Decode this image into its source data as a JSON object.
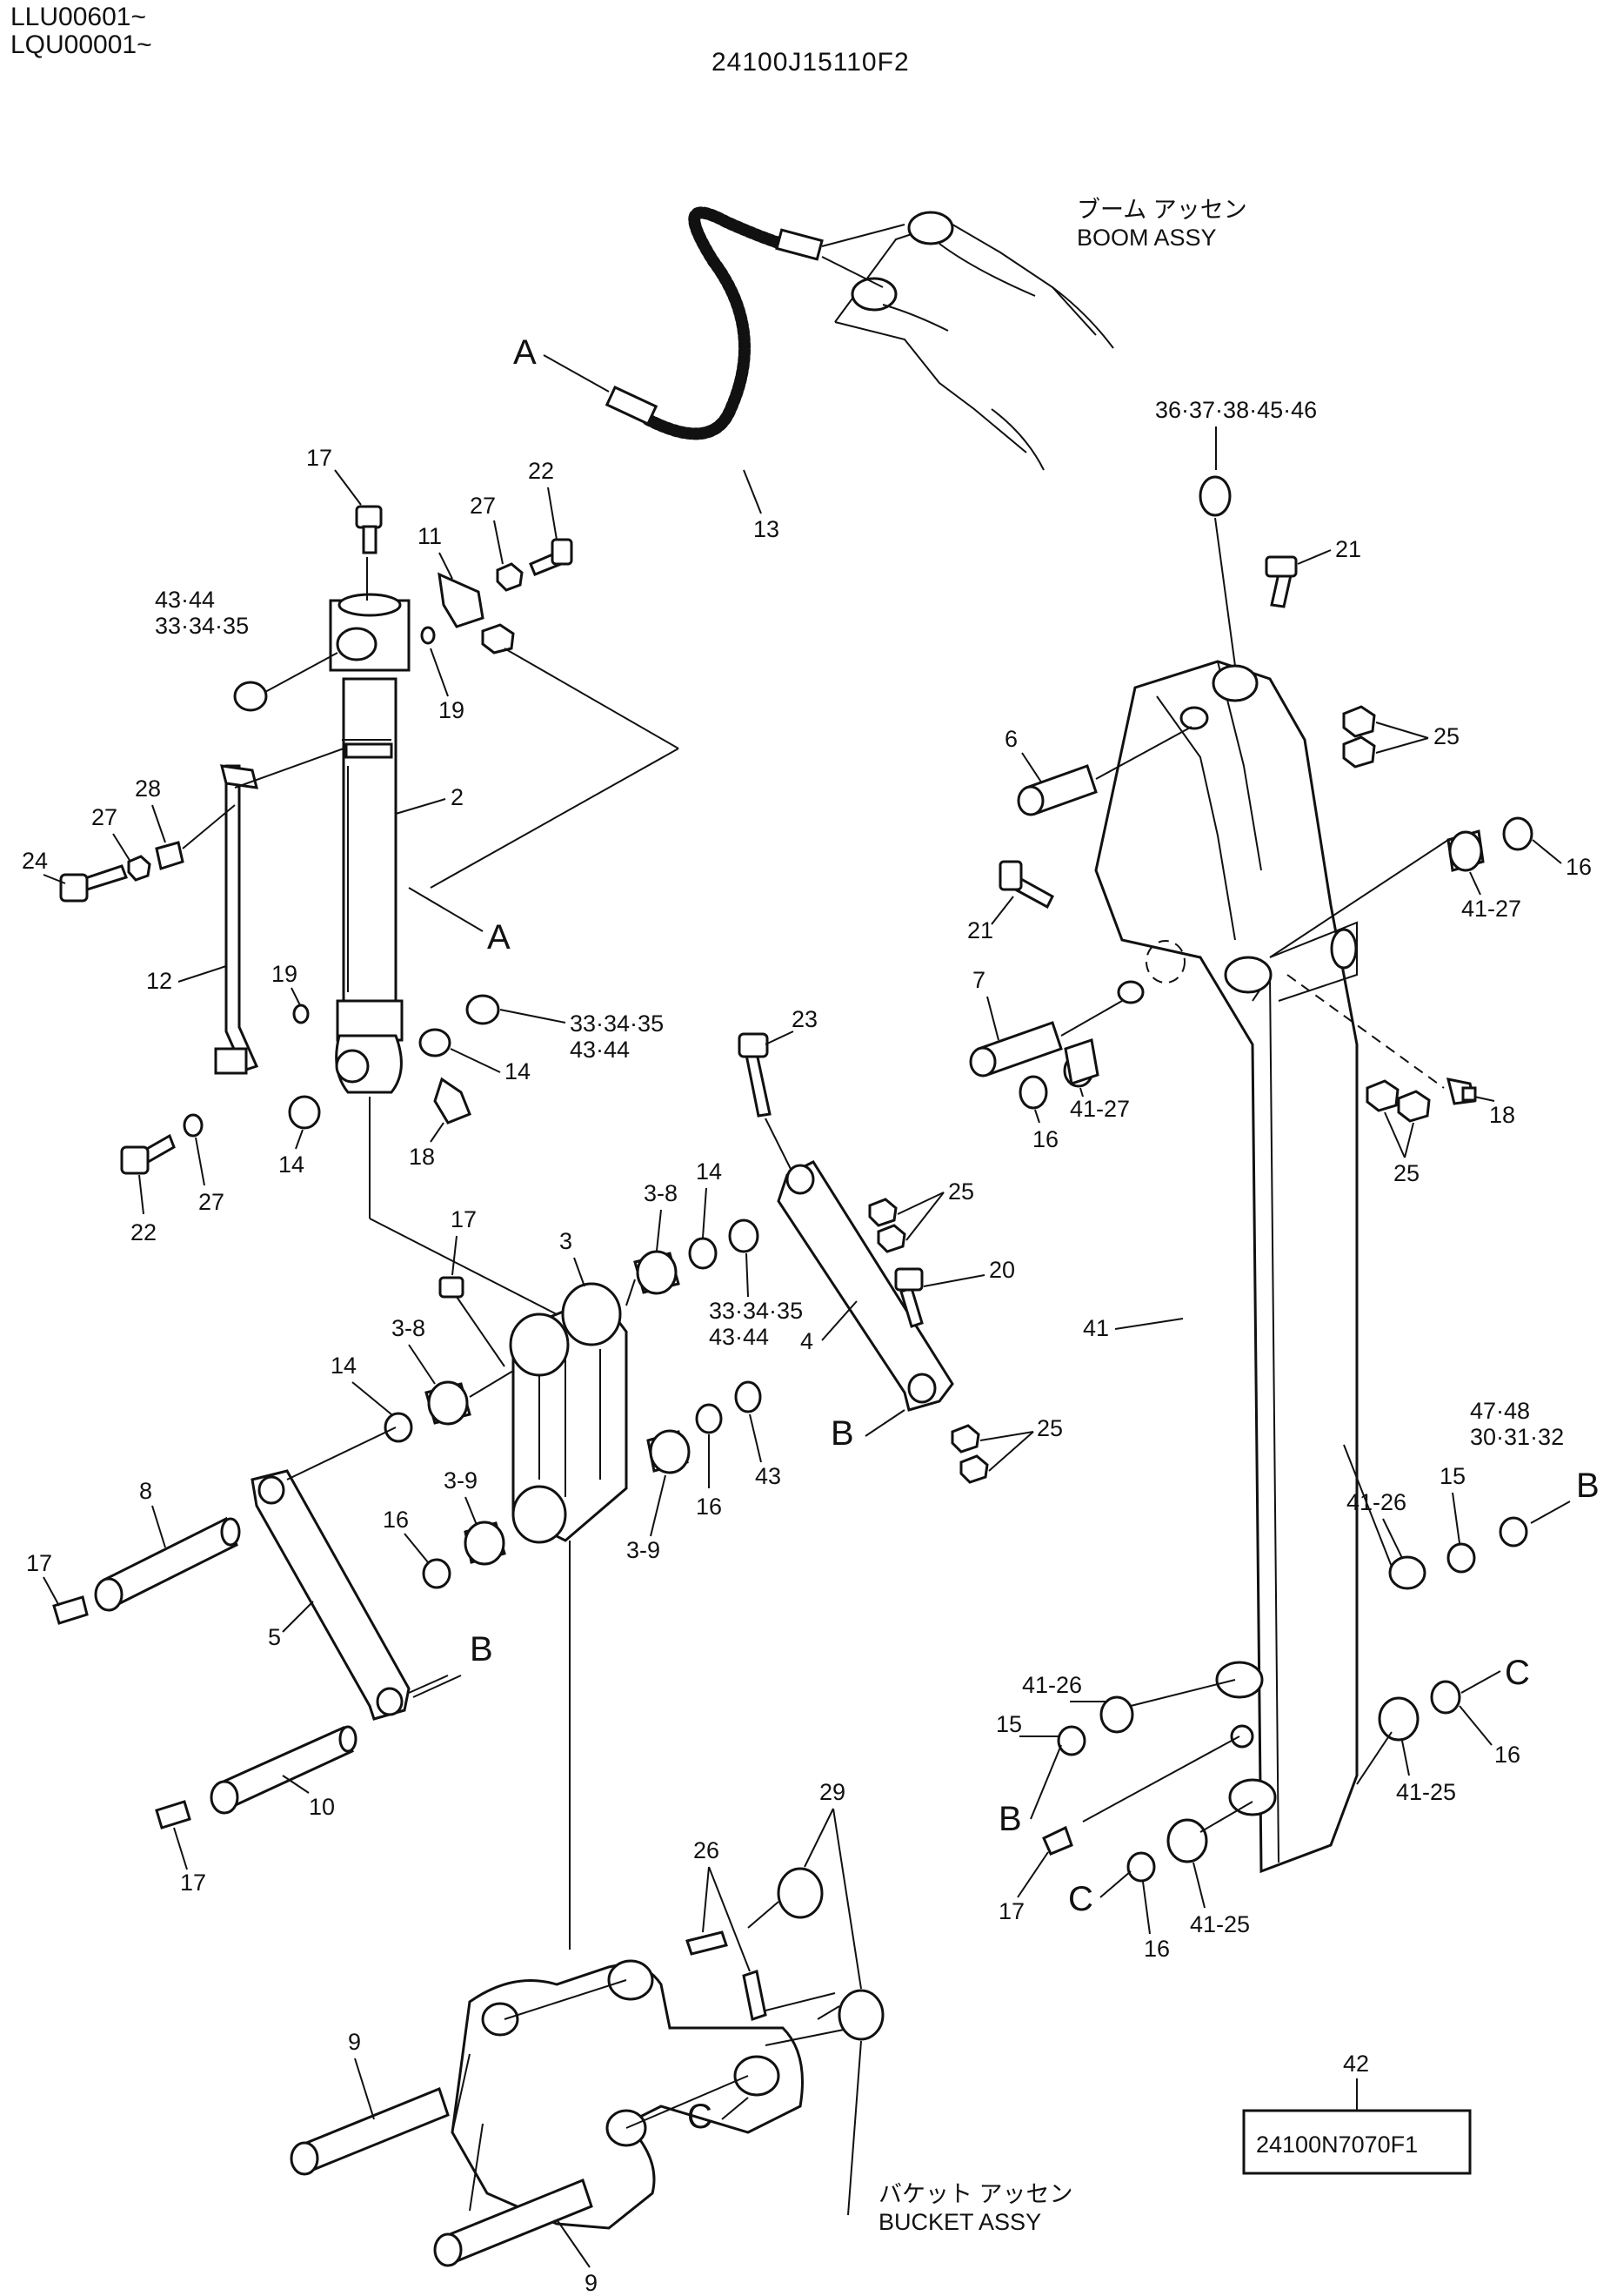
{
  "header": {
    "serial_line1": "LLU00601~",
    "serial_line2": "LQU00001~",
    "drawing_number": "24100J15110F2"
  },
  "assemblies": {
    "boom_jp": "ブーム アッセン",
    "boom_en": "BOOM ASSY",
    "bucket_jp": "バケット アッセン",
    "bucket_en": "BUCKET ASSY"
  },
  "kit_box": {
    "number": "42",
    "part_code": "24100N7070F1"
  },
  "refs": {
    "A": "A",
    "B": "B",
    "C": "C"
  },
  "callouts": {
    "c1": "17",
    "c2": "22",
    "c3": "27",
    "c4": "11",
    "c5": "13",
    "c6": "43·44",
    "c7": "33·34·35",
    "c8": "19",
    "c9": "2",
    "c10": "28",
    "c11": "27",
    "c12": "24",
    "c13": "12",
    "c14": "19",
    "c15": "33·34·35",
    "c16": "43·44",
    "c17": "14",
    "c18": "14",
    "c19": "18",
    "c20": "22",
    "c21": "27",
    "c22": "17",
    "c23": "3",
    "c24": "3-8",
    "c25": "14",
    "c26": "33·34·35",
    "c27": "43·44",
    "c28": "14",
    "c29": "3-8",
    "c30": "8",
    "c31": "17",
    "c32": "5",
    "c33": "16",
    "c34": "3-9",
    "c35": "3-9",
    "c36": "16",
    "c37": "43",
    "c38": "10",
    "c39": "17",
    "c40": "23",
    "c41": "25",
    "c42": "20",
    "c43": "4",
    "c44": "25",
    "c45": "36·37·38·45·46",
    "c46": "21",
    "c47": "6",
    "c48": "25",
    "c49": "16",
    "c50": "41-27",
    "c51": "21",
    "c52": "7",
    "c53": "16",
    "c54": "41-27",
    "c55": "18",
    "c56": "25",
    "c57": "41",
    "c58": "47·48",
    "c59": "30·31·32",
    "c60": "41-26",
    "c61": "15",
    "c62": "41-26",
    "c63": "15",
    "c64": "16",
    "c65": "41-25",
    "c66": "17",
    "c67": "16",
    "c68": "41-25",
    "c69": "29",
    "c70": "26",
    "c71": "9",
    "c72": "9"
  }
}
